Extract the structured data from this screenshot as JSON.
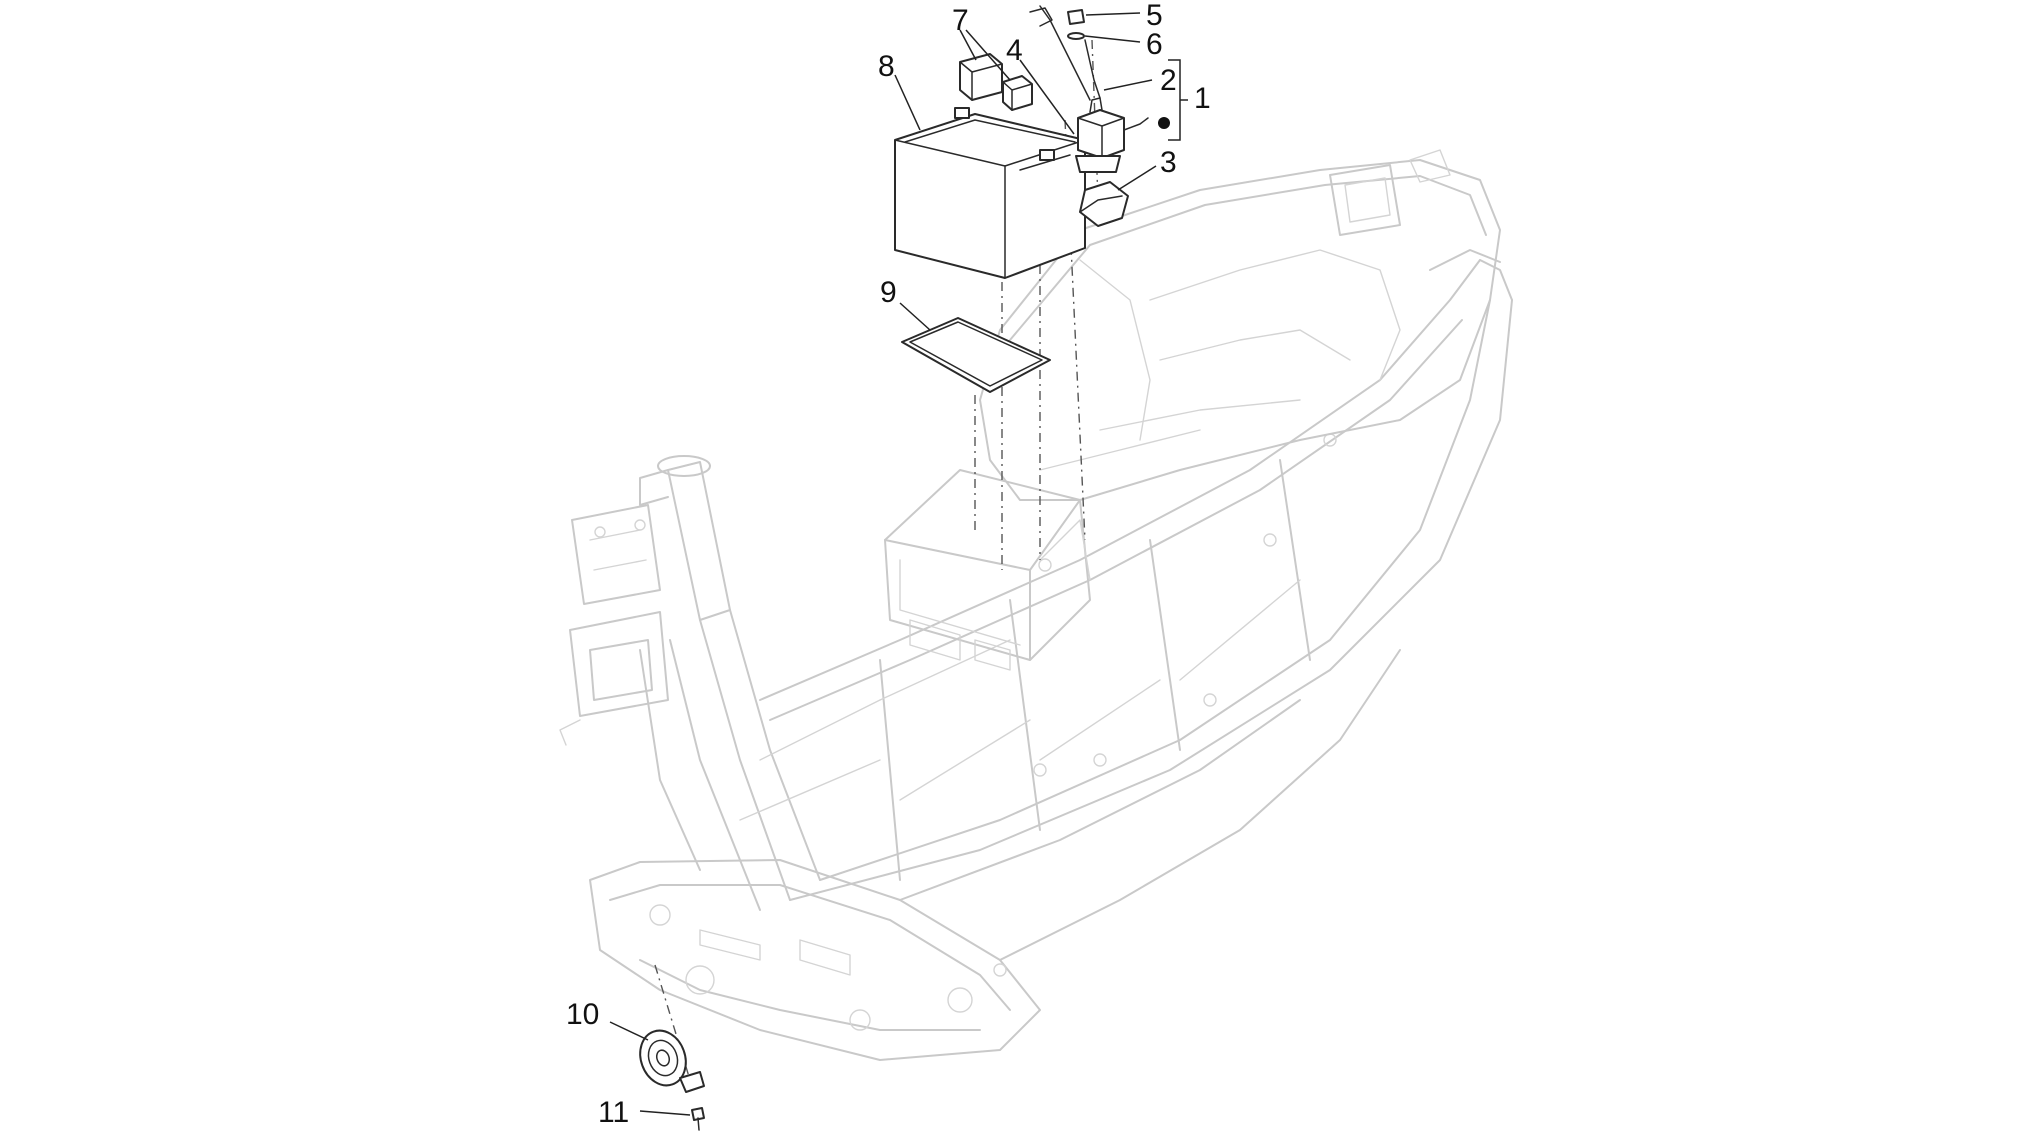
{
  "diagram": {
    "callouts": [
      {
        "id": "1",
        "label": "1"
      },
      {
        "id": "2",
        "label": "2"
      },
      {
        "id": "3",
        "label": "3"
      },
      {
        "id": "4",
        "label": "4"
      },
      {
        "id": "5",
        "label": "5"
      },
      {
        "id": "6",
        "label": "6"
      },
      {
        "id": "7",
        "label": "7"
      },
      {
        "id": "8",
        "label": "8"
      },
      {
        "id": "9",
        "label": "9"
      },
      {
        "id": "10",
        "label": "10"
      },
      {
        "id": "11",
        "label": "11"
      }
    ],
    "colors": {
      "frame": "#c9c9c9",
      "parts": "#2a2a2a",
      "labels": "#111111",
      "background": "#ffffff"
    }
  }
}
